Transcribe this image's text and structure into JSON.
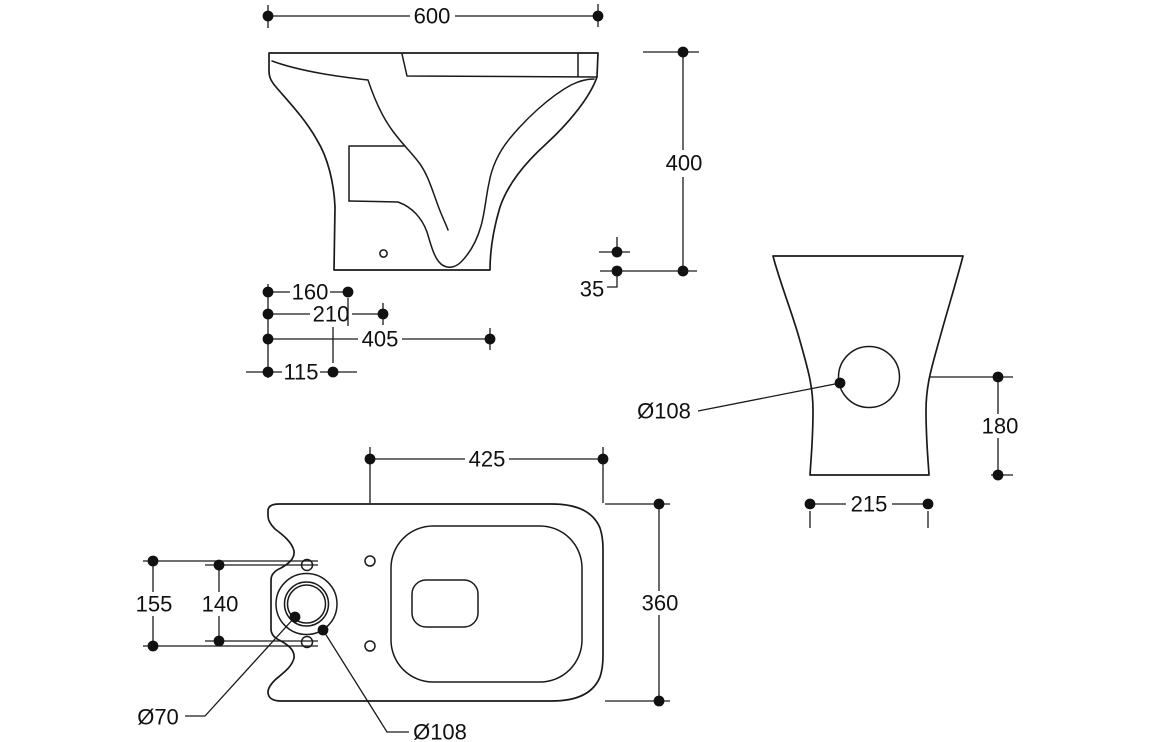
{
  "drawing": {
    "side_view": {
      "overall_width": "600",
      "overall_height": "400",
      "outlet_setout": "35",
      "fixing_160": "160",
      "fixing_210": "210",
      "fixing_405": "405",
      "fixing_115": "115"
    },
    "rear_view": {
      "outlet_diameter": "Ø108",
      "outlet_height": "180",
      "base_width": "215"
    },
    "plan_view": {
      "seat_length": "425",
      "overall_depth": "360",
      "flange_155": "155",
      "flange_140": "140",
      "outlet_inner_diameter": "Ø70",
      "outlet_outer_diameter": "Ø108"
    }
  }
}
